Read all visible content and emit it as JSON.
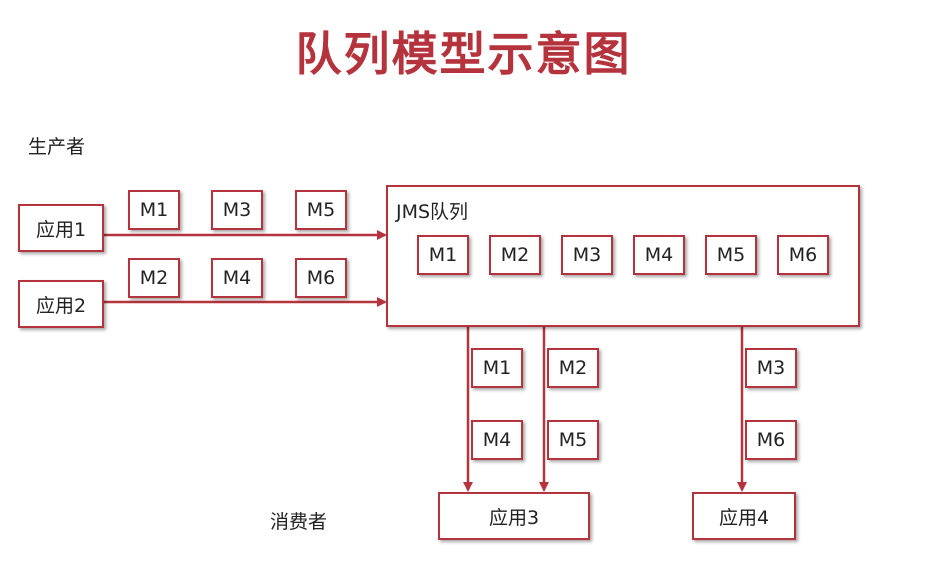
{
  "title": "队列模型示意图",
  "producer_label": "生产者",
  "consumer_label": "消费者",
  "queue_label": "JMS队列",
  "producers": [
    "应用1",
    "应用2"
  ],
  "consumers": [
    "应用3",
    "应用4"
  ],
  "producer_messages": [
    [
      "M1",
      "M3",
      "M5"
    ],
    [
      "M2",
      "M4",
      "M6"
    ]
  ],
  "queue_messages": [
    "M1",
    "M2",
    "M3",
    "M4",
    "M5",
    "M6"
  ],
  "consumer_lines": [
    [
      "M1",
      "M4"
    ],
    [
      "M2",
      "M5"
    ],
    [
      "M3",
      "M6"
    ]
  ],
  "colors": {
    "accent": "#b5333c"
  }
}
